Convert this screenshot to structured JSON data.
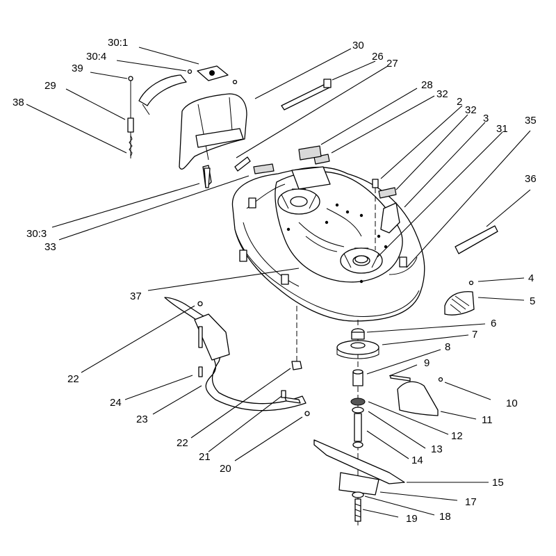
{
  "callouts": [
    {
      "id": "c-30-1",
      "label": "30:1"
    },
    {
      "id": "c-30-4",
      "label": "30:4"
    },
    {
      "id": "c-39",
      "label": "39"
    },
    {
      "id": "c-29",
      "label": "29"
    },
    {
      "id": "c-38",
      "label": "38"
    },
    {
      "id": "c-30",
      "label": "30"
    },
    {
      "id": "c-26",
      "label": "26"
    },
    {
      "id": "c-27",
      "label": "27"
    },
    {
      "id": "c-28",
      "label": "28"
    },
    {
      "id": "c-32a",
      "label": "32"
    },
    {
      "id": "c-2",
      "label": "2"
    },
    {
      "id": "c-32b",
      "label": "32"
    },
    {
      "id": "c-3",
      "label": "3"
    },
    {
      "id": "c-31",
      "label": "31"
    },
    {
      "id": "c-35",
      "label": "35"
    },
    {
      "id": "c-36",
      "label": "36"
    },
    {
      "id": "c-30-3",
      "label": "30:3"
    },
    {
      "id": "c-33",
      "label": "33"
    },
    {
      "id": "c-37",
      "label": "37"
    },
    {
      "id": "c-4",
      "label": "4"
    },
    {
      "id": "c-5",
      "label": "5"
    },
    {
      "id": "c-6",
      "label": "6"
    },
    {
      "id": "c-7",
      "label": "7"
    },
    {
      "id": "c-8",
      "label": "8"
    },
    {
      "id": "c-9",
      "label": "9"
    },
    {
      "id": "c-10",
      "label": "10"
    },
    {
      "id": "c-11",
      "label": "11"
    },
    {
      "id": "c-12",
      "label": "12"
    },
    {
      "id": "c-13",
      "label": "13"
    },
    {
      "id": "c-14",
      "label": "14"
    },
    {
      "id": "c-15",
      "label": "15"
    },
    {
      "id": "c-17",
      "label": "17"
    },
    {
      "id": "c-18",
      "label": "18"
    },
    {
      "id": "c-19",
      "label": "19"
    },
    {
      "id": "c-20",
      "label": "20"
    },
    {
      "id": "c-21",
      "label": "21"
    },
    {
      "id": "c-22a",
      "label": "22"
    },
    {
      "id": "c-22b",
      "label": "22"
    },
    {
      "id": "c-23",
      "label": "23"
    },
    {
      "id": "c-24",
      "label": "24"
    }
  ]
}
